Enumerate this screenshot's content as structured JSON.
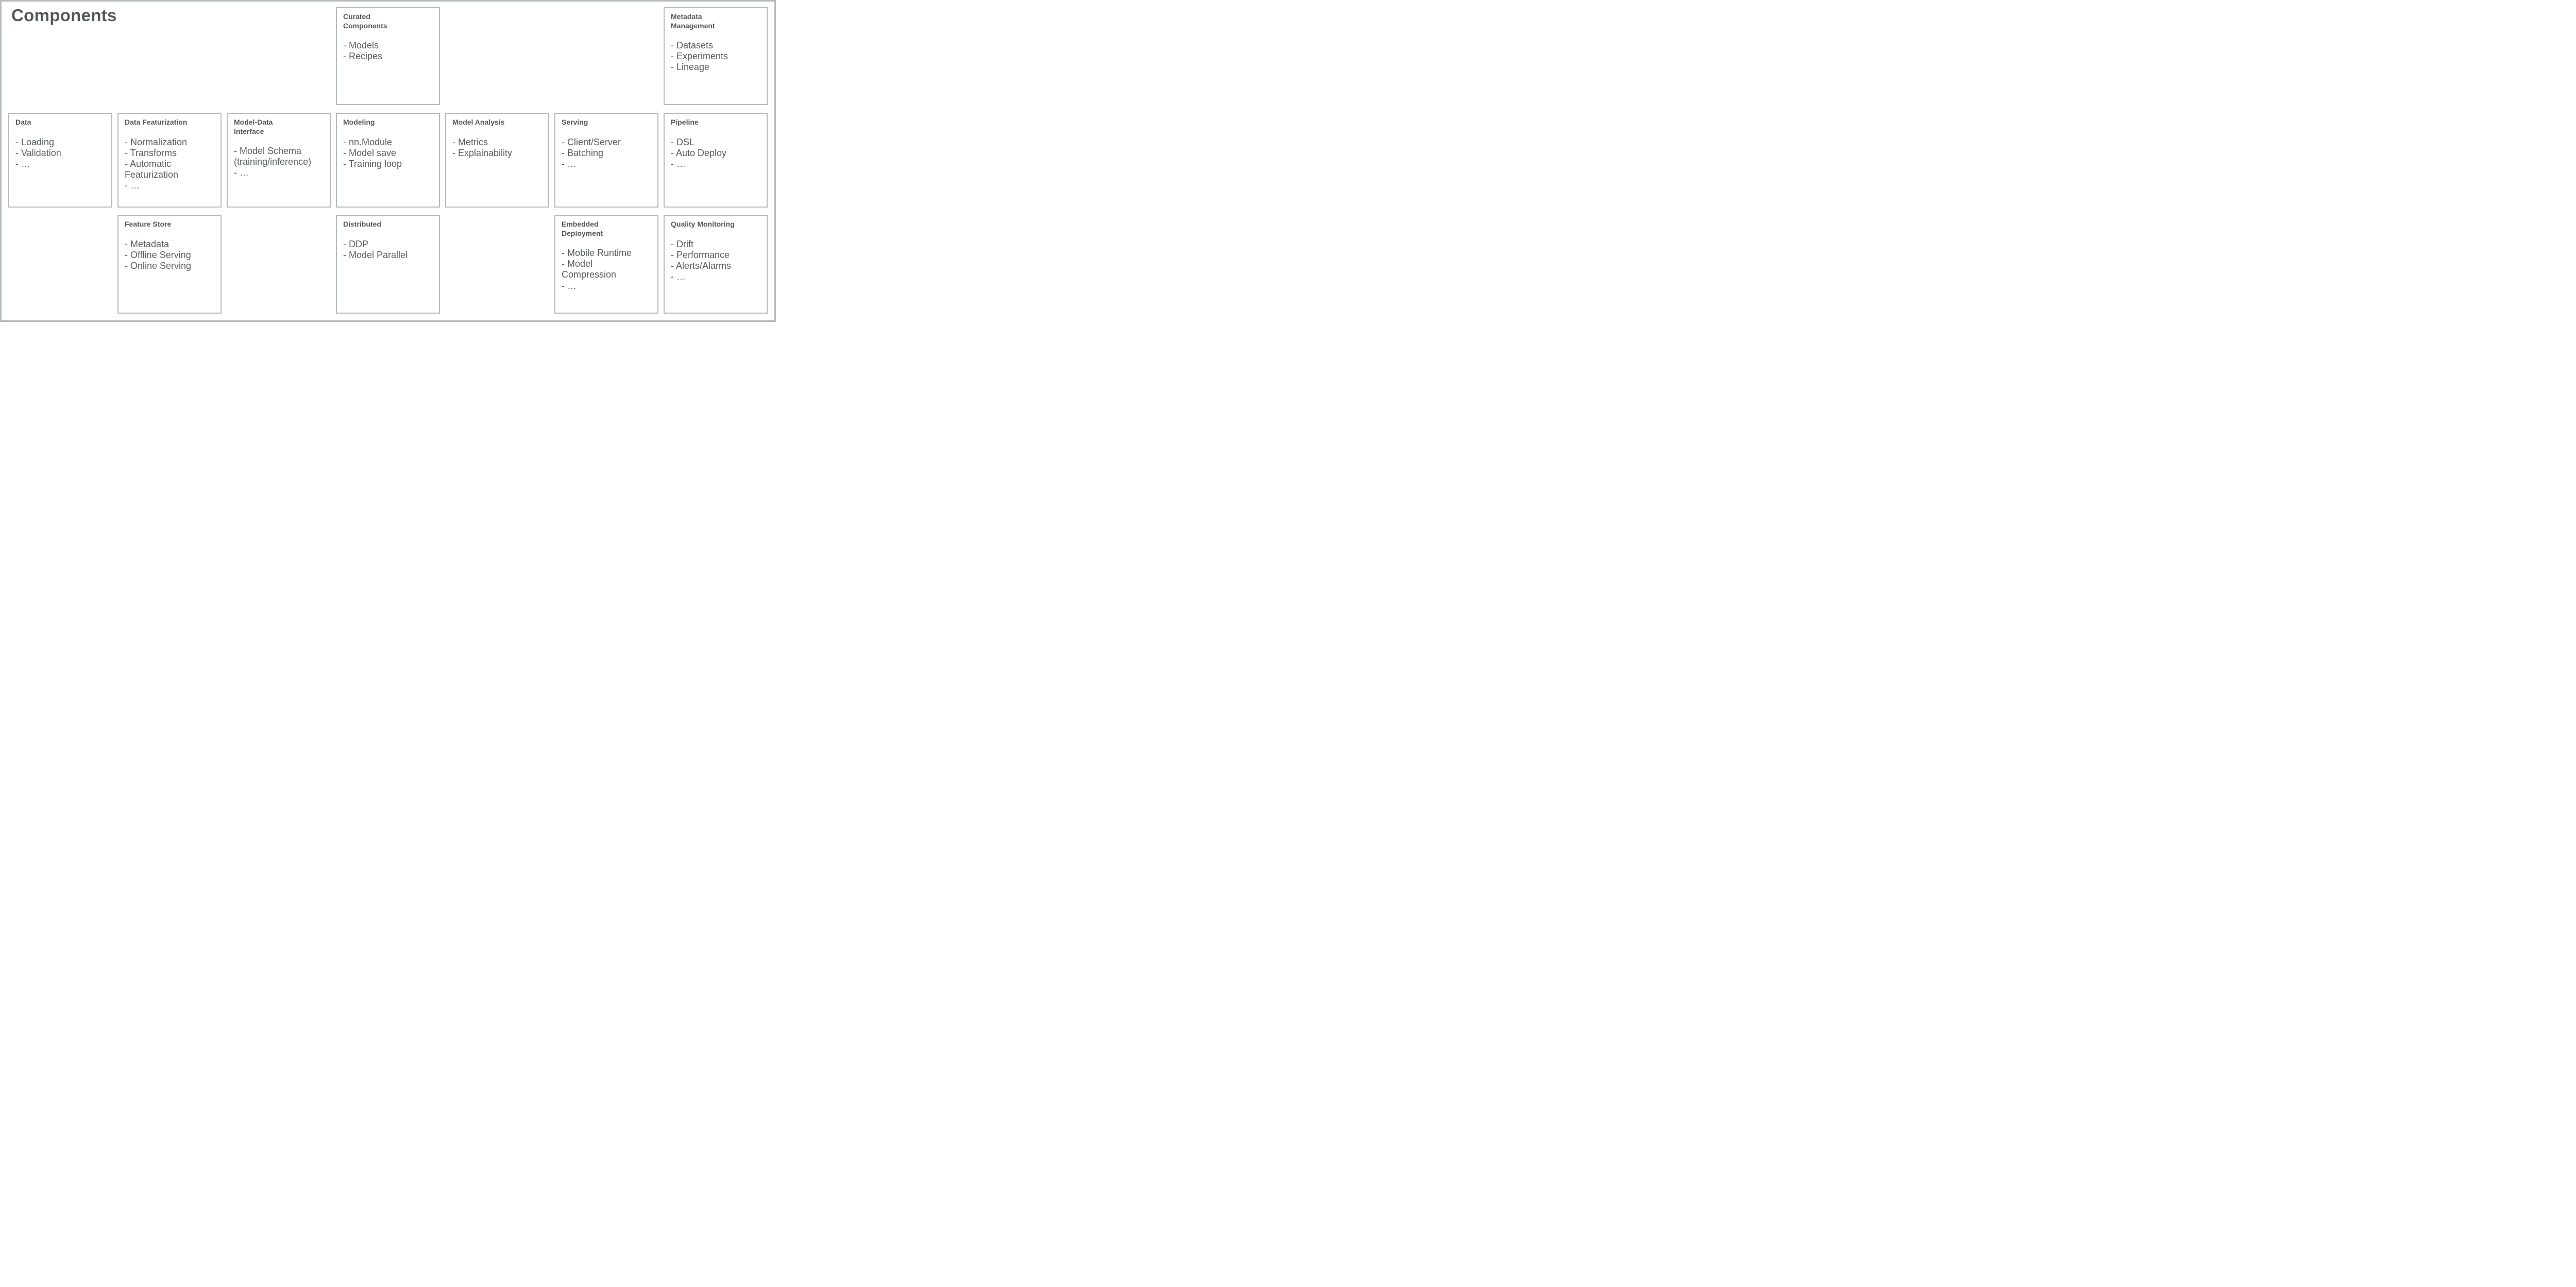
{
  "page": {
    "title": "Components"
  },
  "colors": {
    "background": "#ffffff",
    "box_border": "#b5babd",
    "outer_border": "#b5babd",
    "text": "#54585a"
  },
  "bullet_prefix": "- ",
  "boxes": [
    {
      "id": "curated-components",
      "title": "Curated\nComponents",
      "items": [
        "- Models",
        "- Recipes"
      ]
    },
    {
      "id": "metadata-management",
      "title": "Metadata\nManagement",
      "items": [
        "- Datasets",
        "- Experiments",
        "- Lineage"
      ]
    },
    {
      "id": "data",
      "title": "Data",
      "items": [
        "- Loading",
        "- Validation",
        "- …"
      ]
    },
    {
      "id": "data-featurization",
      "title": "Data Featurization",
      "items": [
        "- Normalization",
        "- Transforms",
        "- Automatic\nFeaturization",
        "- …"
      ]
    },
    {
      "id": "model-data-interface",
      "title": "Model-Data\nInterface",
      "items": [
        "- Model Schema\n(training/inference)",
        "- …"
      ]
    },
    {
      "id": "modeling",
      "title": "Modeling",
      "items": [
        "- nn.Module",
        "- Model save",
        "- Training loop"
      ]
    },
    {
      "id": "model-analysis",
      "title": "Model Analysis",
      "items": [
        "- Metrics",
        "- Explainability"
      ]
    },
    {
      "id": "serving",
      "title": "Serving",
      "items": [
        "- Client/Server",
        "- Batching",
        "- …"
      ]
    },
    {
      "id": "pipeline",
      "title": "Pipeline",
      "items": [
        "- DSL",
        "- Auto Deploy",
        "- …"
      ]
    },
    {
      "id": "feature-store",
      "title": "Feature Store",
      "items": [
        "- Metadata",
        "- Offline Serving",
        "- Online Serving"
      ]
    },
    {
      "id": "distributed",
      "title": "Distributed",
      "items": [
        "- DDP",
        "- Model Parallel"
      ]
    },
    {
      "id": "embedded-deployment",
      "title": "Embedded\nDeployment",
      "items": [
        "- Mobile Runtime",
        "- Model\nCompression",
        "- …"
      ]
    },
    {
      "id": "quality-monitoring",
      "title": "Quality Monitoring",
      "items": [
        "- Drift",
        "- Performance",
        "- Alerts/Alarms",
        "- …"
      ]
    }
  ]
}
